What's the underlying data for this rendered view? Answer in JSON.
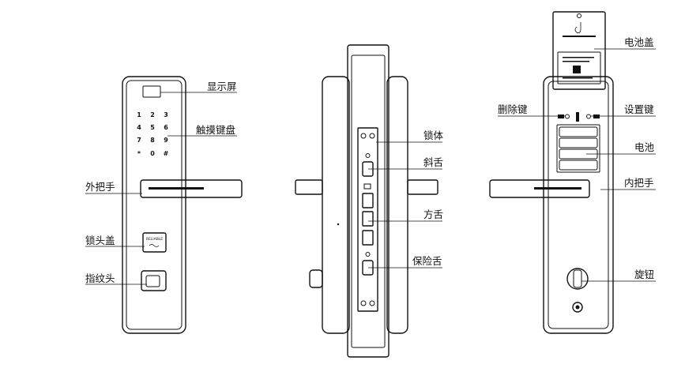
{
  "labels": {
    "display": "显示屏",
    "keypad": "触摸键盘",
    "outer_handle": "外把手",
    "lock_cover": "锁头盖",
    "fingerprint": "指纹头",
    "lock_body": "锁体",
    "latch": "斜舌",
    "deadbolt": "方舌",
    "safety_latch": "保险舌",
    "battery_cover": "电池盖",
    "delete_key": "删除键",
    "set_key": "设置键",
    "battery": "电池",
    "inner_handle": "内把手",
    "knob": "旋钮"
  },
  "keypad": {
    "row1": [
      "1",
      "2",
      "3"
    ],
    "row2": [
      "4",
      "5",
      "6"
    ],
    "row3": [
      "7",
      "8",
      "9"
    ],
    "row4": [
      "*",
      "0",
      "#"
    ]
  },
  "lock_cover_text": "RELIABLE"
}
